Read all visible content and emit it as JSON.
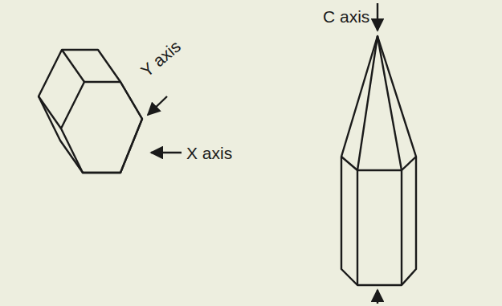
{
  "diagram": {
    "labels": [
      "Y axis",
      "X axis",
      "C axis"
    ]
  }
}
